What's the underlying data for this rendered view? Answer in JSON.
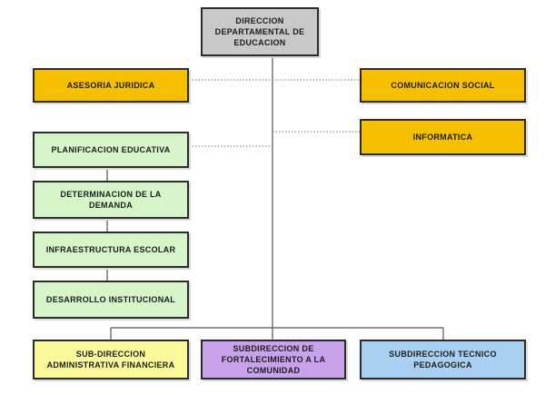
{
  "colors": {
    "gray": "#c9c9c9",
    "orange": "#f6c000",
    "green": "#d6f5c8",
    "yellow": "#fbfa9a",
    "purple": "#c9a2ec",
    "blue": "#a9d0f2",
    "line": "#555555"
  },
  "nodes": {
    "root": {
      "label": "DIRECCION\nDEPARTAMENTAL DE\nEDUCACION",
      "color": "gray"
    },
    "asesoria": {
      "label": "ASESORIA JURIDICA",
      "color": "orange"
    },
    "comunicacion": {
      "label": "COMUNICACION SOCIAL",
      "color": "orange"
    },
    "informatica": {
      "label": "INFORMATICA",
      "color": "orange"
    },
    "planificacion": {
      "label": "PLANIFICACION EDUCATIVA",
      "color": "green"
    },
    "determinacion": {
      "label": "DETERMINACION DE LA\nDEMANDA",
      "color": "green"
    },
    "infraestructura": {
      "label": "INFRAESTRUCTURA ESCOLAR",
      "color": "green"
    },
    "desarrollo": {
      "label": "DESARROLLO INSTITUCIONAL",
      "color": "green"
    },
    "sub_admin": {
      "label": "SUB-DIRECCION\nADMINISTRATIVA FINANCIERA",
      "color": "yellow"
    },
    "sub_fort": {
      "label": "SUBDIRECCION DE\nFORTALECIMIENTO A LA\nCOMUNIDAD",
      "color": "purple"
    },
    "sub_tec": {
      "label": "SUBDIRECCION TECNICO\nPEDAGOGICA",
      "color": "blue"
    }
  }
}
